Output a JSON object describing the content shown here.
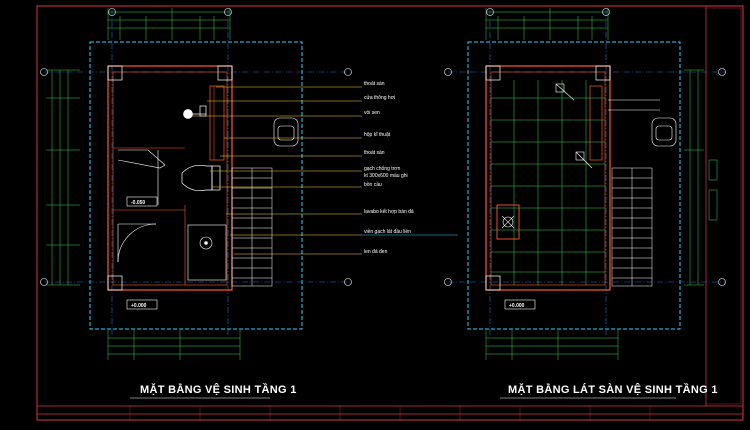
{
  "colors": {
    "background": "#000000",
    "frame": "#d9364a",
    "dim": "#39d353",
    "grid": "#2f6bd6",
    "cyan": "#2fd2ff",
    "wall": "#ff5a2a",
    "white": "#ffffff",
    "yellow": "#ffd23a"
  },
  "plans": {
    "left_title": "MẶT BẰNG VỆ SINH TẦNG 1",
    "right_title": "MẶT BẰNG LÁT SÀN VỆ SINH TẦNG 1"
  },
  "annotations": [
    {
      "id": "thoat-san-1",
      "text": "thoát sàn"
    },
    {
      "id": "cua-thong-hoi",
      "text": "cửa thông hơi"
    },
    {
      "id": "voi-sen",
      "text": "vòi sen"
    },
    {
      "id": "hop-ky-thuat",
      "text": "hộp kĩ thuật"
    },
    {
      "id": "thoat-san-2",
      "text": "thoát sàn"
    },
    {
      "id": "gach-chong-tron",
      "text": "gạch chống trơn"
    },
    {
      "id": "gach-size",
      "text": "kt 300x600 màu ghi"
    },
    {
      "id": "bon-cau",
      "text": "bồn cầu"
    },
    {
      "id": "lavabo",
      "text": "lavabo kết hợp bàn đá"
    },
    {
      "id": "vien-gach",
      "text": "viền gạch lát đầu liền"
    },
    {
      "id": "len-da-den",
      "text": "len đá đen"
    }
  ],
  "elevations": {
    "left_upper": "-0.050",
    "left_lower": "+0.000",
    "right_lower": "+0.000"
  }
}
